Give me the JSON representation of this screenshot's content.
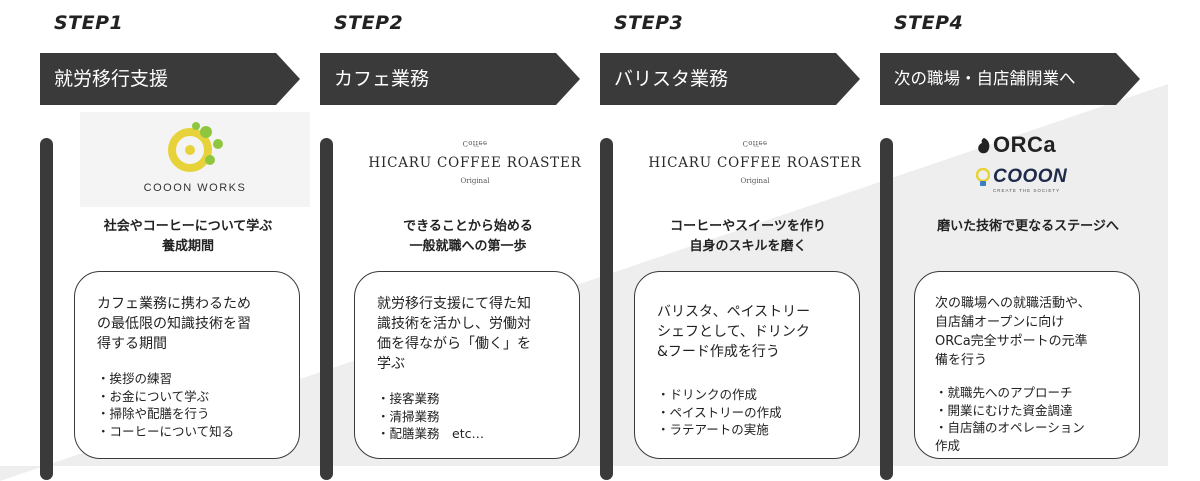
{
  "steps": [
    {
      "step_label": "STEP1",
      "banner": "就労移行支援",
      "logo_text": "COOON WORKS",
      "logo_icon": "cooon-works-logo",
      "tagline": [
        "社会やコーヒーについて学ぶ",
        "養成期間"
      ],
      "description": [
        "カフェ業務に携わるため",
        "の最低限の知識技術を習",
        "得する期間"
      ],
      "list": [
        "・挨拶の練習",
        "・お金について学ぶ",
        "・掃除や配膳を行う",
        "・コーヒーについて知る"
      ]
    },
    {
      "step_label": "STEP2",
      "banner": "カフェ業務",
      "logo_top": "Coffee",
      "logo_text": "HICARU COFFEE ROASTER",
      "logo_sub": "Original",
      "tagline": [
        "できることから始める",
        "一般就職への第一歩"
      ],
      "description": [
        "就労移行支援にて得た知",
        "識技術を活かし、労働対",
        "価を得ながら「働く」を",
        "学ぶ"
      ],
      "list": [
        "・接客業務",
        "・清掃業務",
        "・配膳業務　etc…"
      ]
    },
    {
      "step_label": "STEP3",
      "banner": "バリスタ業務",
      "logo_top": "Coffee",
      "logo_text": "HICARU COFFEE ROASTER",
      "logo_sub": "Original",
      "tagline": [
        "コーヒーやスイーツを作り",
        "自身のスキルを磨く"
      ],
      "description": [
        "バリスタ、ペイストリー",
        "シェフとして、ドリンク",
        "&フード作成を行う"
      ],
      "list": [
        "・ドリンクの作成",
        "・ペイストリーの作成",
        "・ラテアートの実施"
      ]
    },
    {
      "step_label": "STEP4",
      "banner": "次の職場・自店舗開業へ",
      "logo_text": "ORCa",
      "logo_text2": "COOON",
      "logo_text2_sub": "CREATE THE SOCIETY",
      "tagline": [
        "磨いた技術で更なるステージへ"
      ],
      "description": [
        "次の職場への就職活動や、",
        "自店舗オープンに向け",
        "ORCa完全サポートの元準",
        "備を行う"
      ],
      "list": [
        "・就職先へのアプローチ",
        "・開業にむけた資金調達",
        "・自店舗のオペレーション",
        "作成"
      ]
    }
  ],
  "colors": {
    "banner": "#3a3a3a",
    "timeline_bar": "#3a3a3a",
    "background_shape": "#eeeeee",
    "cooon_yellow": "#e8d23a",
    "cooon_green": "#8fc63f"
  }
}
